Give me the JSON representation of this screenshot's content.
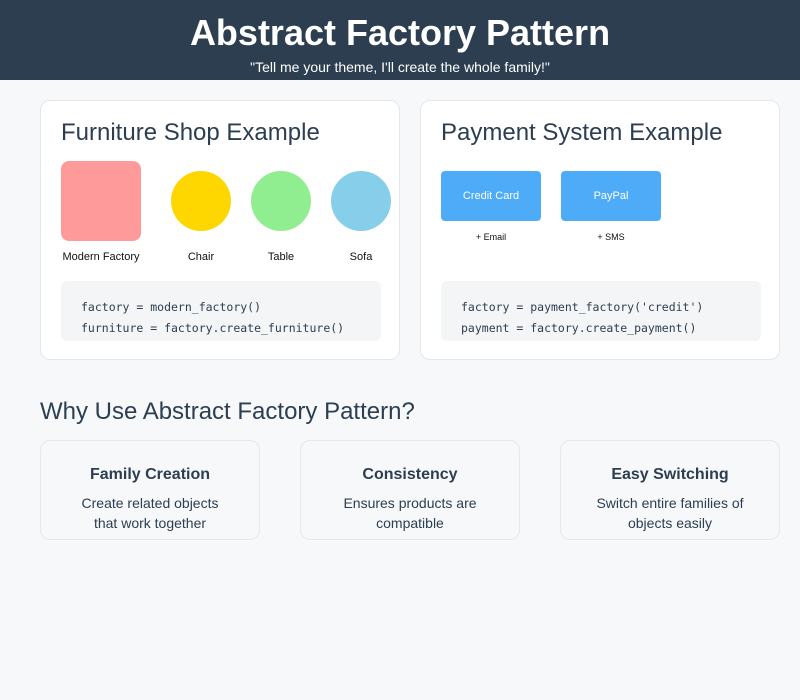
{
  "header": {
    "title": "Abstract Factory Pattern",
    "subtitle": "\"Tell me your theme, I'll create the whole family!\""
  },
  "furniture": {
    "title": "Furniture Shop Example",
    "items": [
      {
        "label": "Modern Factory",
        "color": "#ff9a9a"
      },
      {
        "label": "Chair",
        "color": "#ffd700"
      },
      {
        "label": "Table",
        "color": "#90ee90"
      },
      {
        "label": "Sofa",
        "color": "#87ceeb"
      }
    ],
    "code": [
      "factory = modern_factory()",
      "furniture = factory.create_furniture()"
    ]
  },
  "payment": {
    "title": "Payment System Example",
    "buttons": [
      {
        "label": "Credit Card",
        "sub": "+ Email"
      },
      {
        "label": "PayPal",
        "sub": "+ SMS"
      }
    ],
    "code": [
      "factory = payment_factory('credit')",
      "payment = factory.create_payment()"
    ]
  },
  "why": {
    "title": "Why Use Abstract Factory Pattern?",
    "benefits": [
      {
        "title": "Family Creation",
        "text": "Create related objects that work together"
      },
      {
        "title": "Consistency",
        "text": "Ensures products are compatible"
      },
      {
        "title": "Easy Switching",
        "text": "Switch entire families of objects easily"
      }
    ]
  }
}
